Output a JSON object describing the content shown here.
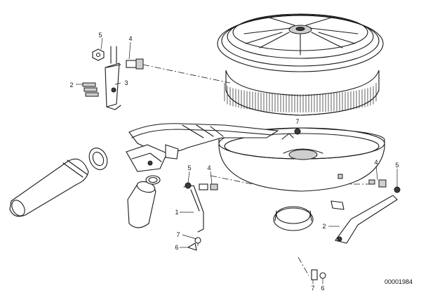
{
  "diagram": {
    "document_number": "00001984",
    "callouts": {
      "c1": "1",
      "c2a": "2",
      "c2b": "2",
      "c3": "3",
      "c4a": "4",
      "c4b": "4",
      "c4c": "4",
      "c5a": "5",
      "c5b": "5",
      "c5c": "5",
      "c6a": "6",
      "c6b": "6",
      "c7a": "7",
      "c7b": "7",
      "c7c": "7"
    }
  }
}
